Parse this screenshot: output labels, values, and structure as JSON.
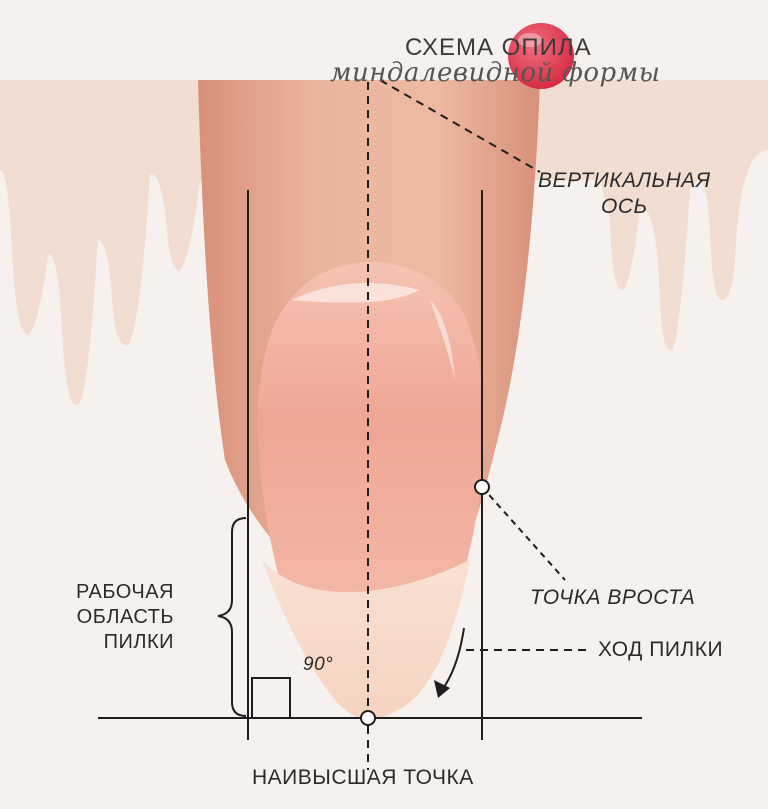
{
  "title": {
    "line1": "СХЕМА ОПИЛА",
    "line2": "миндалевидной формы"
  },
  "labels": {
    "vertical_axis": "ВЕРТИКАЛЬНАЯ\nОСЬ",
    "growth_point": "ТОЧКА ВРОСТА",
    "file_stroke": "ХОД ПИЛКИ",
    "work_area": "РАБОЧАЯ\nОБЛАСТЬ\nПИЛКИ",
    "angle": "90°",
    "highest_point": "НАИВЫСШАЯ ТОЧКА"
  },
  "colors": {
    "background": "#f6f1ee",
    "skin": "#eab79f",
    "nail_plate": "#f1a89a",
    "free_edge": "#f7ddd0",
    "drips": "#f1d8cb",
    "lines": "#1e1e1e",
    "accent_dot": "#e2374f"
  }
}
